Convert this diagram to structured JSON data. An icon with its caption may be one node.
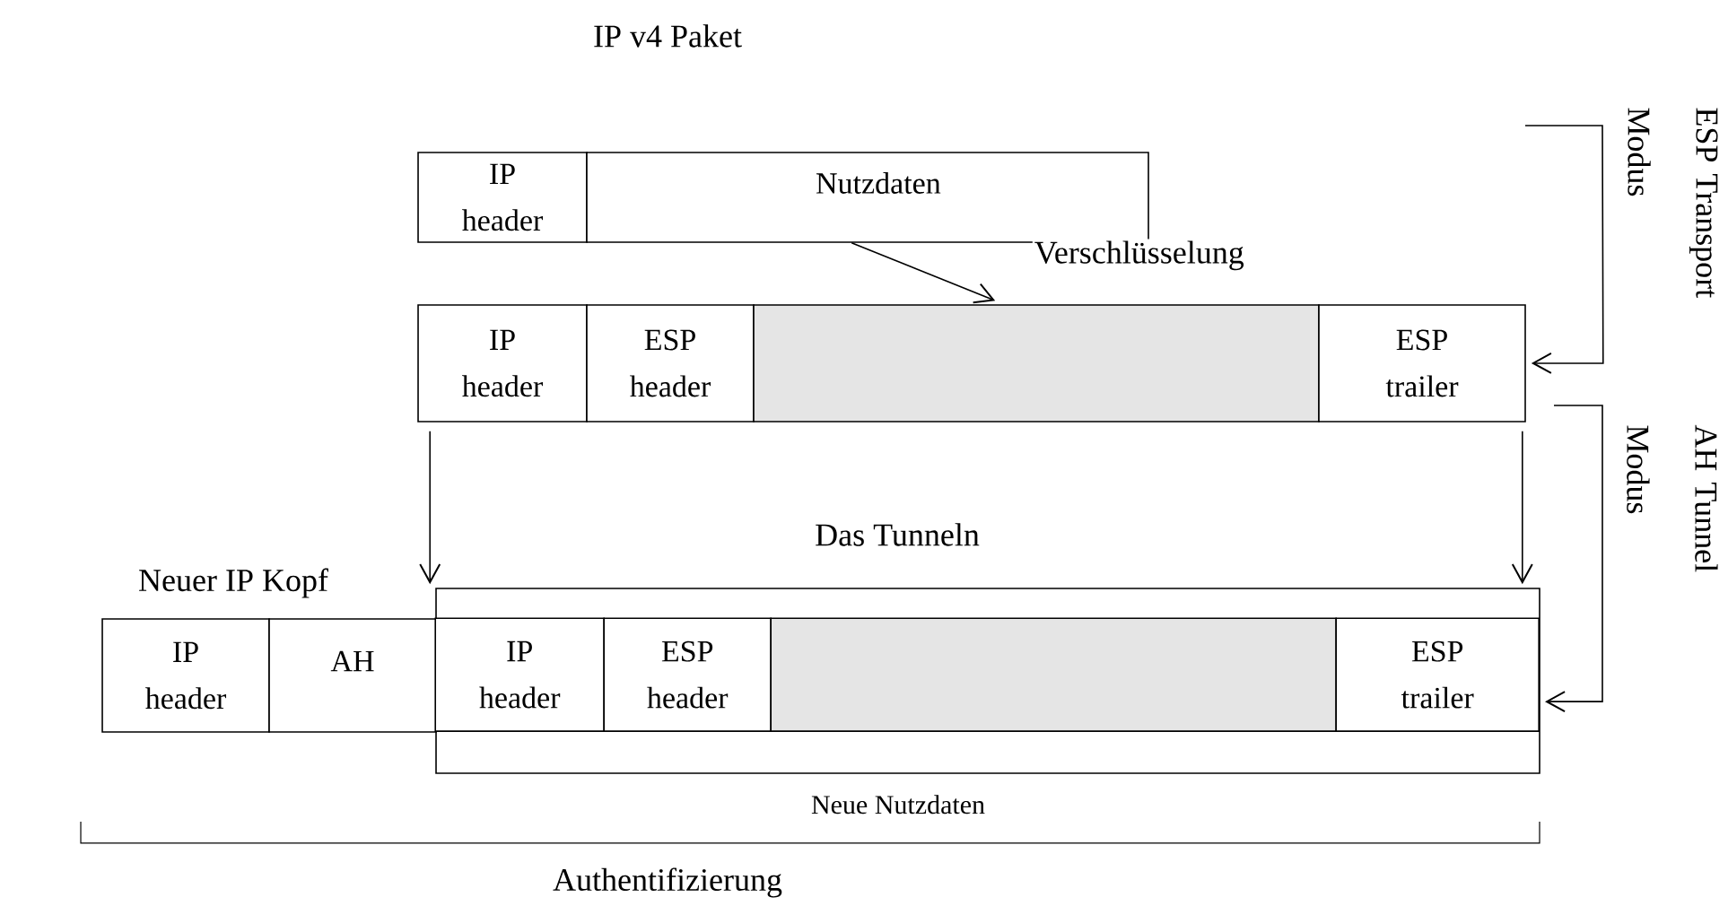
{
  "diagram": {
    "title": "IP v4 Paket",
    "nodes": [
      {
        "text": [
          "IP header"
        ]
      },
      {
        "text": [
          "Nutzdaten"
        ]
      },
      {
        "text": [
          "IP header"
        ]
      },
      {
        "text": [
          "ESP header"
        ]
      },
      {
        "text": [],
        "shape": "box"
      },
      {
        "text": [
          "ESP trailer"
        ]
      },
      {
        "text": [],
        "shape": "box",
        "beside": [
          "Neue Nutzdaten"
        ]
      },
      {
        "text": [
          "IP header"
        ]
      },
      {
        "text": [
          "AH"
        ]
      },
      {
        "text": [
          "IP header"
        ],
        "in": 6
      },
      {
        "text": [
          "ESP header"
        ],
        "in": 6
      },
      {
        "text": [],
        "shape": "box",
        "in": 6
      },
      {
        "text": [
          "ESP trailer"
        ],
        "in": 6
      }
    ],
    "edges": [
      {
        "from": 1,
        "to": 4,
        "arrow": "to",
        "label": "Verschlüsselung"
      },
      {
        "from": 2,
        "to": 6,
        "arrow": "to"
      },
      {
        "from": 5,
        "to": 6,
        "arrow": "to"
      },
      {
        "from": null,
        "to": 5,
        "arrow": "to",
        "label": "ESP Transport Modus"
      },
      {
        "from": null,
        "to": 12,
        "arrow": "to",
        "label": "AH Tunnel Modus"
      }
    ],
    "labels": [
      "Das Tunneln",
      "Neuer IP Kopf",
      "Authentifizierung"
    ]
  }
}
